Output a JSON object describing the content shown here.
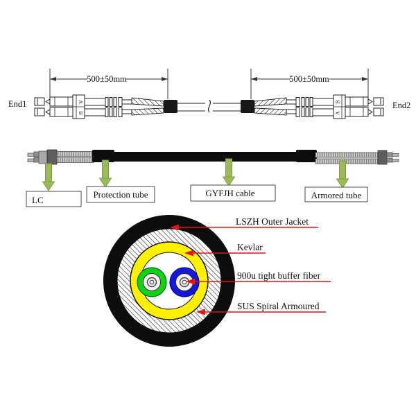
{
  "assembly": {
    "end1_label": "End1",
    "end2_label": "End2",
    "left_dimension": "500±50mm",
    "right_dimension": "500±50mm",
    "left_clip_top_letter": "A",
    "left_clip_bottom_letter": "B",
    "right_clip_top_letter": "B",
    "right_clip_bottom_letter": "A"
  },
  "cable_view": {
    "callouts": [
      {
        "label": "LC"
      },
      {
        "label": "Protection tube"
      },
      {
        "label": "GYFJH  cable"
      },
      {
        "label": "Armored tube"
      }
    ],
    "arrow_color": "#9BBB59"
  },
  "cross_section": {
    "callouts": [
      {
        "label": "LSZH  Outer Jacket"
      },
      {
        "label": "Kevlar"
      },
      {
        "label": "900u tight buffer fiber"
      },
      {
        "label": "SUS Spiral Armoured"
      }
    ],
    "leader_color": "#E21414",
    "jacket_color": "#0d0d0d",
    "kevlar_color": "#FFF100",
    "fiber_a_color": "#12D312",
    "fiber_b_color": "#1717D9"
  }
}
